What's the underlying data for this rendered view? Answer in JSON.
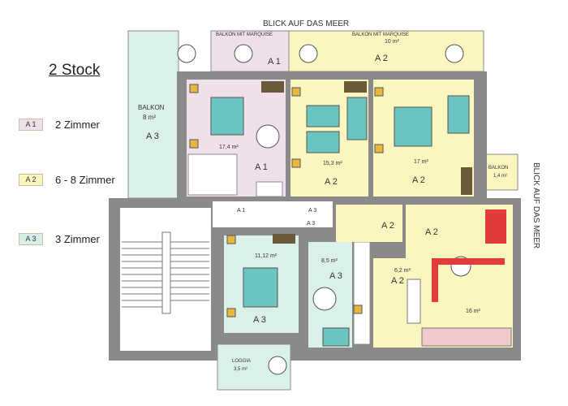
{
  "floor_title": "2 Stock",
  "top_caption": "BLICK AUF DAS MEER",
  "side_caption": "BLICK AUF DAS MEER",
  "legend": [
    {
      "code": "A 1",
      "text": "2 Zimmer",
      "color": "#efe0ec"
    },
    {
      "code": "A 2",
      "text": "6 - 8  Zimmer",
      "color": "#fbf6bf"
    },
    {
      "code": "A 3",
      "text": "3 Zimmer",
      "color": "#d8efe8"
    }
  ],
  "colors": {
    "a1": "#efe0ec",
    "a2": "#fbf6bf",
    "a3": "#dcf0ea",
    "wall": "#8a8a8a",
    "bed": "#6cc5c0",
    "chair": "#e8b83a",
    "sofa": "#e23b3b",
    "stairs": "#ffffff",
    "kitchen": "#f1c9c9"
  },
  "labels": {
    "balkon_a1": "BALKON MIT MARQUISE",
    "balkon_a2": "BALKON MIT MARQUISE",
    "balkon_a3": "BALKON",
    "balkon_a3_area": "8 m²",
    "balkon_right": "BALKON",
    "balkon_right_area": "1,4 m²",
    "loggia": "LOGGIA",
    "loggia_area": "3,5 m²",
    "area_a2_top": "10 m²",
    "room_a1": "17,4 m²",
    "room_a2_mid": "15,3 m²",
    "room_a2_right": "17 m²",
    "room_a3": "11,12 m²",
    "room_a3_small": "8,5 m²",
    "room_a2_bath": "6,2 m²",
    "room_a2_living": "16 m²",
    "marker_a1": "A 1",
    "marker_a2": "A 2",
    "marker_a3": "A 3"
  }
}
